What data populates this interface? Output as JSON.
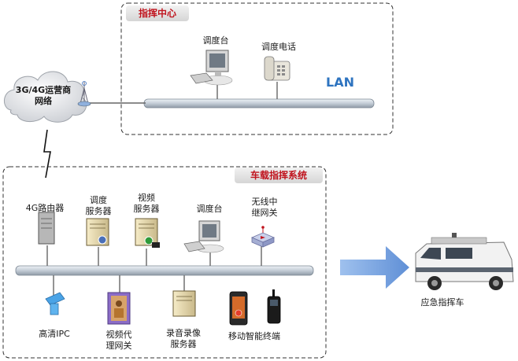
{
  "command_center": {
    "title": "指挥中心",
    "lan": "LAN",
    "dispatch_desk": "调度台",
    "dispatch_phone": "调度电话"
  },
  "network": {
    "label": "3G/4G运营商\n网络"
  },
  "vehicle_system": {
    "title": "车载指挥系统",
    "router": "4G路由器",
    "dispatch_server": "调度\n服务器",
    "video_server": "视频\n服务器",
    "dispatch_desk": "调度台",
    "wireless_relay": "无线中\n继网关",
    "hd_ipc": "高清IPC",
    "video_proxy": "视频代\n理网关",
    "recording_server": "录音录像\n服务器",
    "mobile_terminal": "移动智能终端"
  },
  "vehicle": {
    "label": "应急指挥车"
  },
  "colors": {
    "accent_red": "#c0141e",
    "lan_blue": "#2e74c0",
    "arrow_blue": "#6e9fdd",
    "bus_gray": "#bfc8d2"
  }
}
